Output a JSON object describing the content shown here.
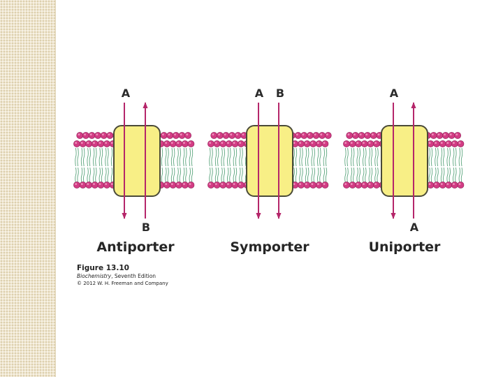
{
  "colors": {
    "head": "#d23c84",
    "head_highlight": "#f5a6c9",
    "tail": "#5aa47c",
    "protein_fill": "#f8ef86",
    "protein_stroke": "#4a4a38",
    "arrow": "#b5266a",
    "strip": "#efe6cf"
  },
  "panels": [
    {
      "label": "Antiporter",
      "molecule_top": "A",
      "molecule_bottom": "B",
      "arrows": [
        "down",
        "up"
      ]
    },
    {
      "label": "Symporter",
      "molecule_top_1": "A",
      "molecule_top_2": "B",
      "arrows": [
        "down",
        "down"
      ]
    },
    {
      "label": "Uniporter",
      "molecule_top": "A",
      "molecule_bottom": "A",
      "arrows": [
        "down",
        "up"
      ]
    }
  ],
  "caption": {
    "figure": "Figure 13.10",
    "book_title": "Biochemistry",
    "edition": ", Seventh Edition",
    "copyright": "© 2012 W. H. Freeman and Company"
  }
}
